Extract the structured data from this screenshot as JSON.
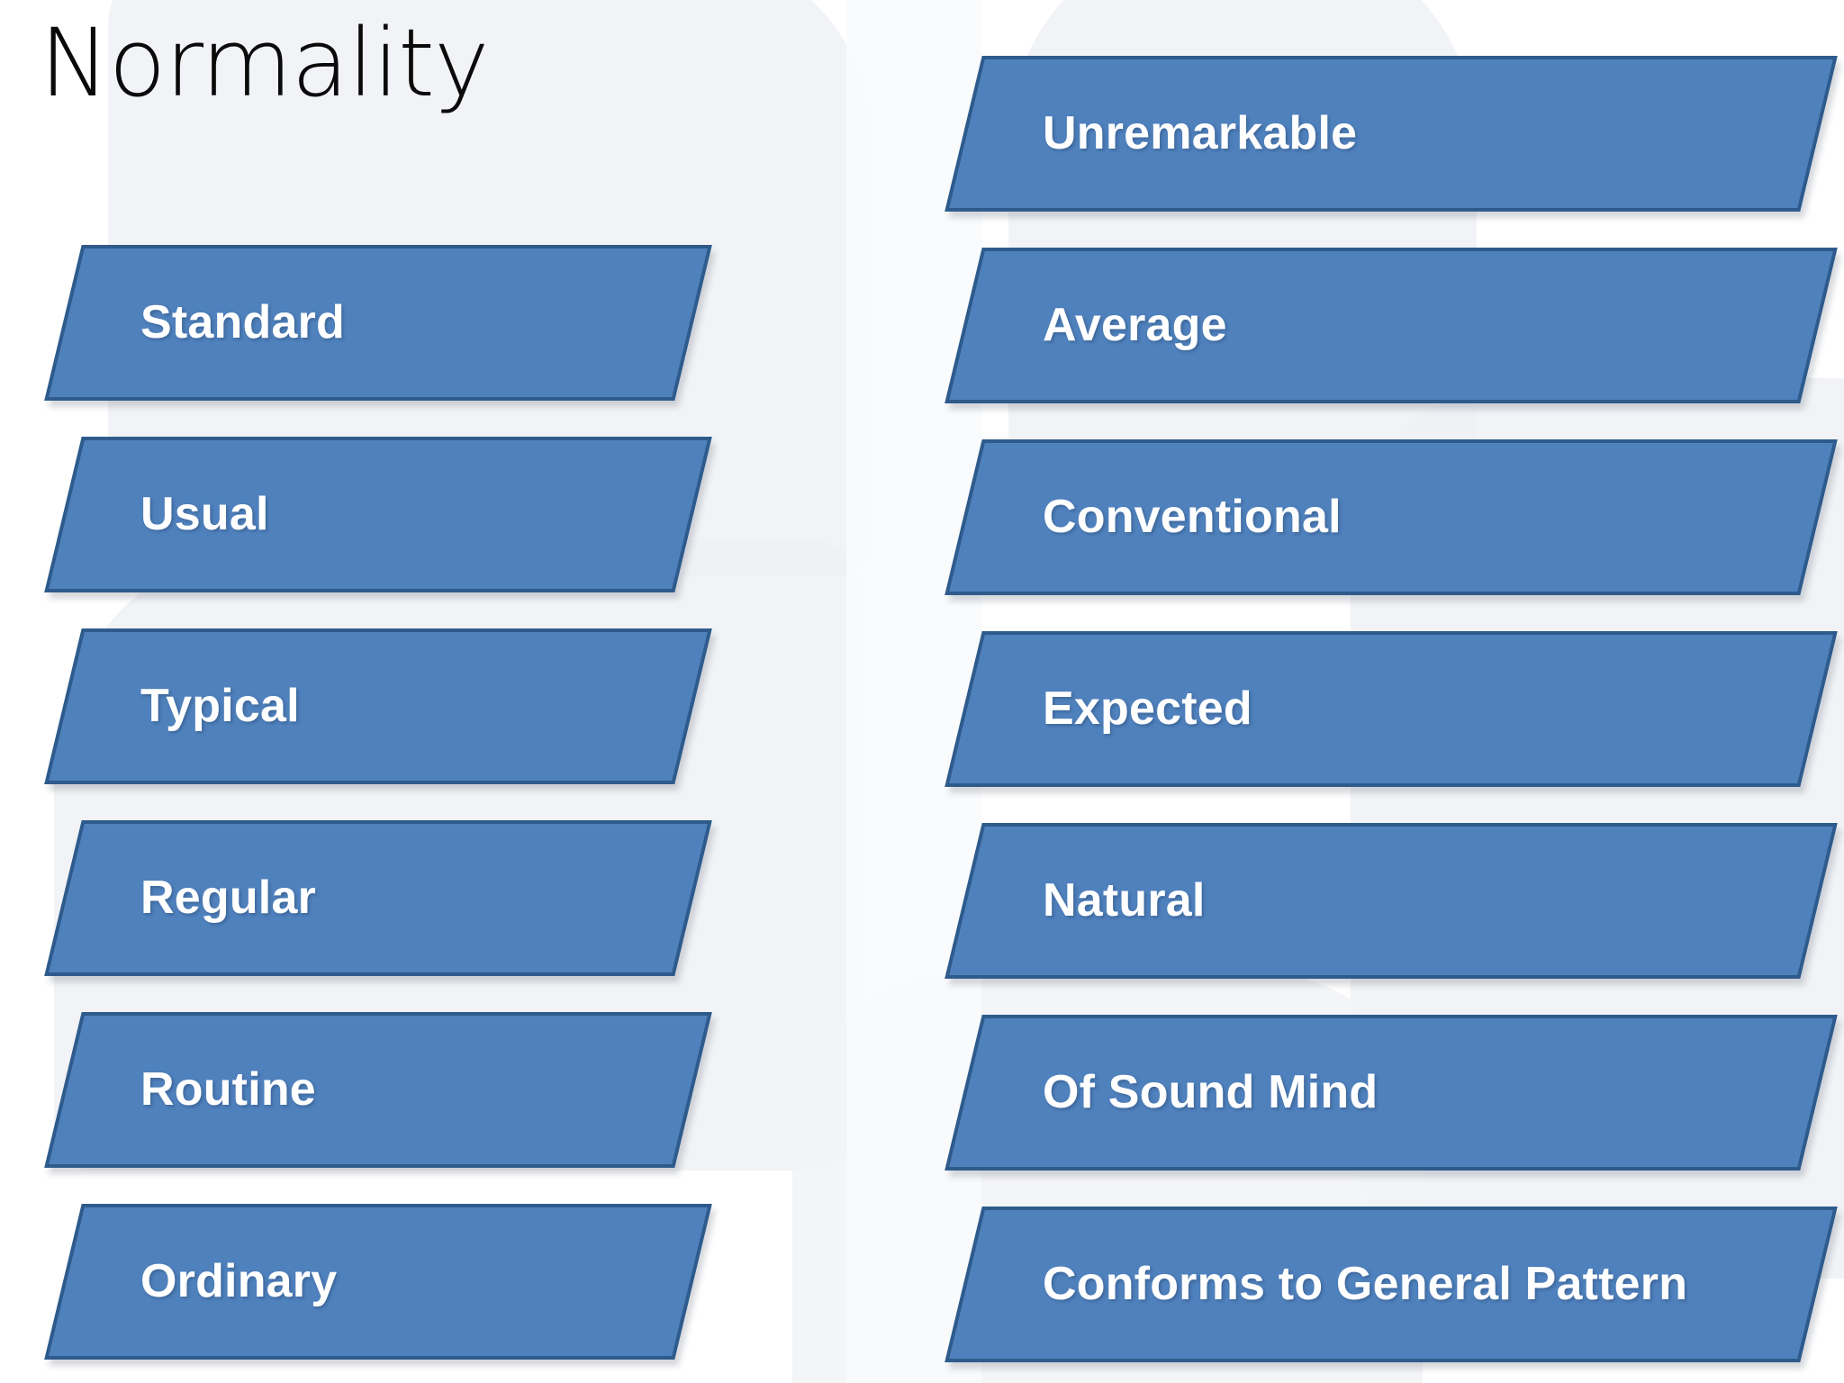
{
  "slide": {
    "title": "Normality",
    "background_color": "#FFFFFF",
    "shape_fill_color": "#4F81BD",
    "shape_border_color": "#2E5B8C",
    "shape_text_color": "#FFFFFF",
    "title_text_color": "#0A0A0A"
  },
  "left_column": {
    "items": [
      {
        "label": "Standard"
      },
      {
        "label": "Usual"
      },
      {
        "label": "Typical"
      },
      {
        "label": "Regular"
      },
      {
        "label": "Routine"
      },
      {
        "label": "Ordinary"
      }
    ]
  },
  "right_column": {
    "items": [
      {
        "label": "Unremarkable"
      },
      {
        "label": "Average"
      },
      {
        "label": "Conventional"
      },
      {
        "label": "Expected"
      },
      {
        "label": "Natural"
      },
      {
        "label": "Of Sound Mind"
      },
      {
        "label": "Conforms to General Pattern"
      }
    ]
  }
}
